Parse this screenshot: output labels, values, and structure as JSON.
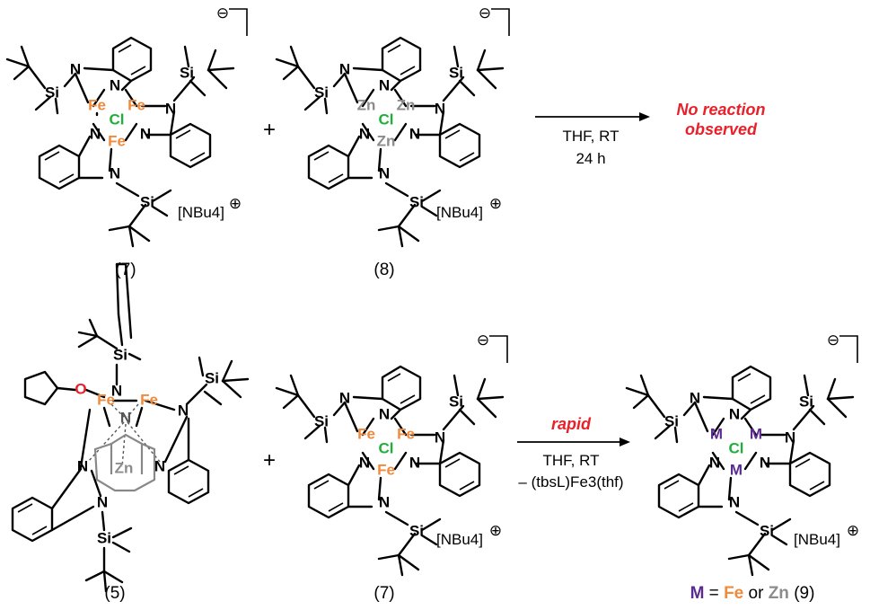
{
  "atoms": {
    "N": "N",
    "Si": "Si",
    "Fe": "Fe",
    "Zn": "Zn",
    "Cl": "Cl",
    "M": "M",
    "O": "O"
  },
  "counterion": "[NBu4]",
  "charge_minus": "⊖",
  "charge_plus": "⊕",
  "plus_sign": "+",
  "compounds": {
    "c7": "(7)",
    "c8": "(8)",
    "c5": "(5)",
    "c7b": "(7)"
  },
  "reaction1": {
    "conditions_line1": "THF, RT",
    "conditions_line2": "24 h",
    "result_line1": "No reaction",
    "result_line2": "observed"
  },
  "reaction2": {
    "above_arrow": "rapid",
    "conditions_line1": "THF, RT",
    "byproduct": "– (tbsL)Fe3(thf)"
  },
  "product_legend": {
    "m": "M",
    "eq": " = ",
    "fe": "Fe",
    "or": " or ",
    "zn": "Zn",
    "num": " (9)"
  },
  "colors": {
    "iron": "#F08A3C",
    "zinc": "#8C8C8C",
    "chlorine": "#1FAF3A",
    "metal_general": "#5B2C8E",
    "oxygen": "#E8202A",
    "result_text": "#E8202A"
  }
}
